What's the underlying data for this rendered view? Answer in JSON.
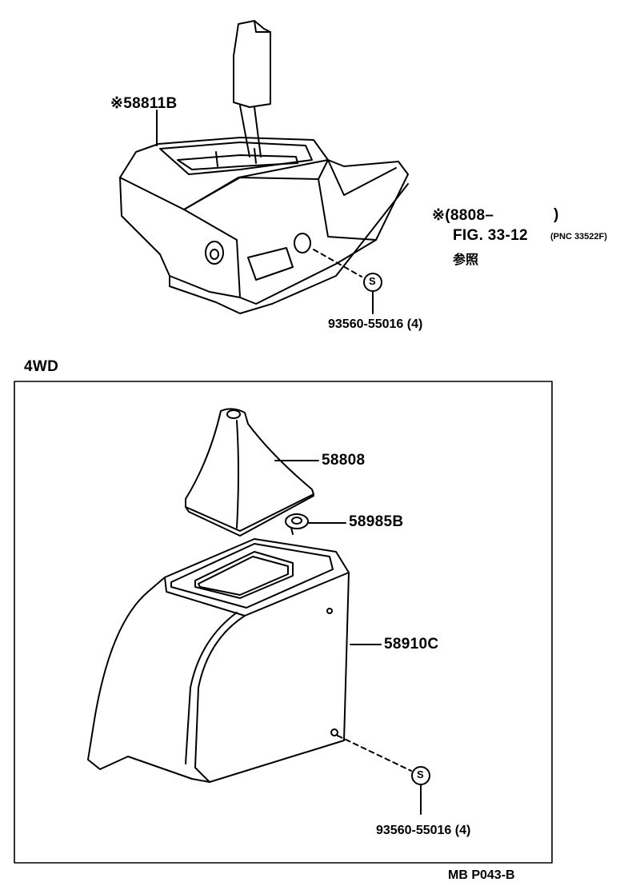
{
  "top_section": {
    "part_shift_bezel": "※58811B",
    "note_line1": "※(8808–",
    "note_close": ")",
    "note_line2": "FIG. 33-12",
    "note_pnc": "(PNC 33522F)",
    "note_line3": "参照",
    "screw_symbol": "S",
    "screw_part": "93560-55016 (4)"
  },
  "section_4wd": {
    "heading": "4WD",
    "part_boot": "58808",
    "part_retainer": "58985B",
    "part_console": "58910C",
    "screw_symbol": "S",
    "screw_part": "93560-55016 (4)"
  },
  "footer": {
    "code": "MB  P043-B"
  }
}
